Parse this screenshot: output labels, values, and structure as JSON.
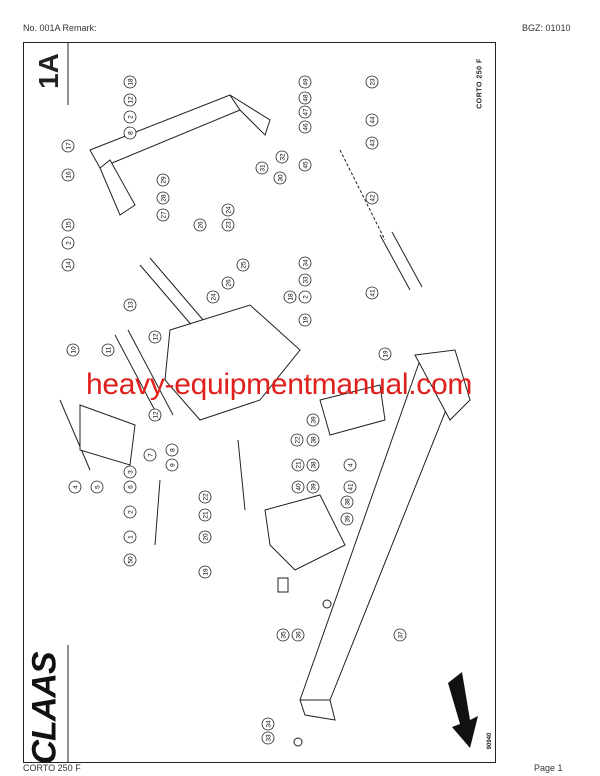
{
  "header": {
    "left": "No. 001A   Remark:",
    "right": "BGZ: 01010"
  },
  "footer": {
    "left": "CORTO 250 F",
    "right": "Page 1"
  },
  "sheet": {
    "id": "1A",
    "model": "CORTO 250 F",
    "drawing_number": "90940",
    "logo": "CLAAS"
  },
  "watermark": "heavy-equipmentmanual.com",
  "colors": {
    "watermark": "#e0201c",
    "ink": "#222222"
  },
  "callouts": [
    "18",
    "12",
    "2",
    "8",
    "17",
    "16",
    "15",
    "2",
    "14",
    "13",
    "12",
    "10",
    "11",
    "12",
    "29",
    "28",
    "27",
    "24",
    "23",
    "26",
    "30",
    "31",
    "32",
    "25",
    "26",
    "24",
    "34",
    "33",
    "2",
    "18",
    "19",
    "49",
    "48",
    "47",
    "46",
    "23",
    "44",
    "43",
    "45",
    "42",
    "41",
    "19",
    "22",
    "38",
    "39",
    "21",
    "38",
    "39",
    "40",
    "41",
    "4",
    "38",
    "39",
    "22",
    "21",
    "20",
    "19",
    "9",
    "8",
    "3",
    "6",
    "7",
    "4",
    "5",
    "2",
    "1",
    "50",
    "35",
    "36",
    "37",
    "34",
    "33"
  ]
}
